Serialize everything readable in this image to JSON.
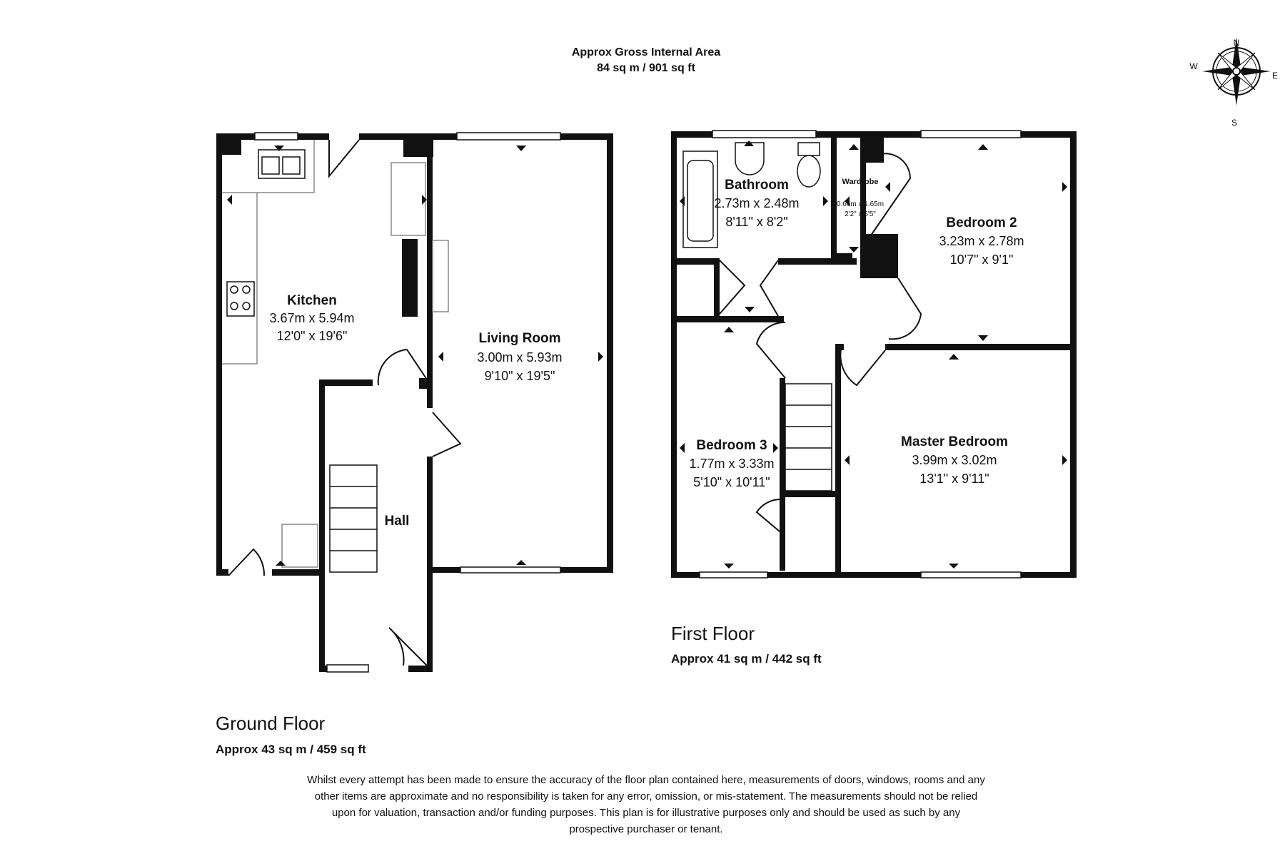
{
  "header": {
    "gross_title": "Approx Gross Internal Area",
    "gross_value": "84 sq m / 901 sq ft"
  },
  "compass": {
    "n": "N",
    "e": "E",
    "s": "S",
    "w": "W"
  },
  "ground_floor": {
    "title": "Ground Floor",
    "area": "Approx 43 sq m / 459 sq ft",
    "rooms": {
      "kitchen": {
        "name": "Kitchen",
        "metric": "3.67m x 5.94m",
        "imperial": "12'0\" x 19'6\""
      },
      "living": {
        "name": "Living Room",
        "metric": "3.00m x 5.93m",
        "imperial": "9'10\" x 19'5\""
      },
      "hall": {
        "name": "Hall"
      }
    }
  },
  "first_floor": {
    "title": "First Floor",
    "area": "Approx 41 sq m / 442 sq ft",
    "rooms": {
      "bathroom": {
        "name": "Bathroom",
        "metric": "2.73m x 2.48m",
        "imperial": "8'11\" x 8'2\""
      },
      "wardrobe": {
        "name": "Wardrobe",
        "metric": "0.66m x 1.65m",
        "imperial": "2'2\" x 5'5\""
      },
      "bedroom2": {
        "name": "Bedroom 2",
        "metric": "3.23m x 2.78m",
        "imperial": "10'7\" x 9'1\""
      },
      "bedroom3": {
        "name": "Bedroom 3",
        "metric": "1.77m x 3.33m",
        "imperial": "5'10\" x 10'11\""
      },
      "master": {
        "name": "Master Bedroom",
        "metric": "3.99m x 3.02m",
        "imperial": "13'1\" x 9'11\""
      }
    }
  },
  "disclaimer": "Whilst every attempt has been made to ensure the accuracy of the floor plan contained here, measurements of doors, windows, rooms and any other items are approximate and no responsibility is taken for any error, omission, or mis-statement. The measurements should not be relied upon for valuation, transaction and/or funding purposes. This plan is for illustrative purposes only and should be used as such by any prospective purchaser or tenant."
}
